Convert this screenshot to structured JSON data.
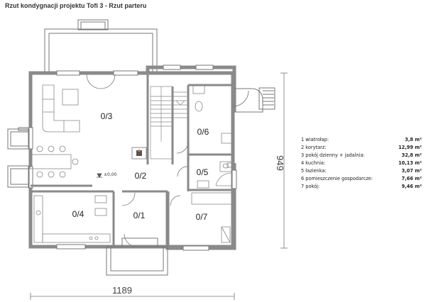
{
  "header": {
    "title": "Rzut kondygnacji projektu Tofi 3 - Rzut parteru"
  },
  "rooms": [
    {
      "id": "0/3",
      "label": "0/3"
    },
    {
      "id": "0/6",
      "label": "0/6"
    },
    {
      "id": "0/2",
      "label": "0/2"
    },
    {
      "id": "0/5",
      "label": "0/5"
    },
    {
      "id": "0/4",
      "label": "0/4"
    },
    {
      "id": "0/1",
      "label": "0/1"
    },
    {
      "id": "0/7",
      "label": "0/7"
    }
  ],
  "level_mark": "±0,00",
  "dimensions": {
    "width": "1189",
    "depth": "949"
  },
  "legend": [
    {
      "name": "1 wiatrołap:",
      "value": "3,8 m²"
    },
    {
      "name": "2 korytarz:",
      "value": "12,99 m²"
    },
    {
      "name": "3 pokój dzienny + jadalnia:",
      "value": "32,8 m²"
    },
    {
      "name": "4 kuchnia:",
      "value": "10,13 m²"
    },
    {
      "name": "5 łazienka:",
      "value": "3,07 m²"
    },
    {
      "name": "6 pomieszczenie gospodarcze:",
      "value": "7,66 m²"
    },
    {
      "name": "7 pokój:",
      "value": "9,46 m²"
    }
  ],
  "colors": {
    "wall": "#8a8a8a",
    "line": "#555555",
    "text": "#222222"
  }
}
